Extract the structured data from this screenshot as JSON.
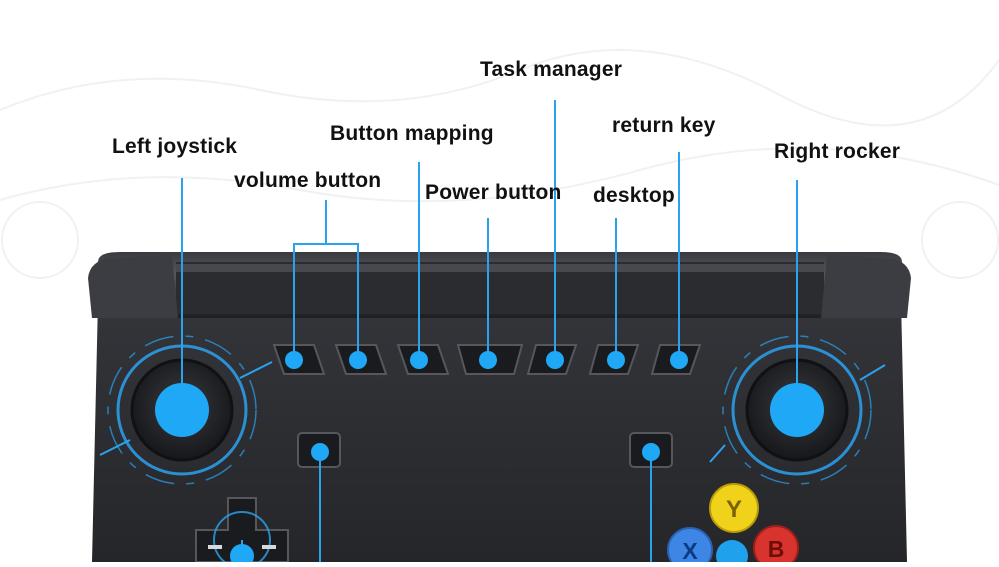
{
  "labels": {
    "left_joystick": "Left joystick",
    "volume_button": "volume button",
    "button_mapping": "Button mapping",
    "power_button": "Power button",
    "task_manager": "Task manager",
    "desktop": "desktop",
    "return_key": "return key",
    "right_rocker": "Right rocker"
  },
  "face_buttons": {
    "y": "Y",
    "x": "X",
    "b": "B"
  },
  "colors": {
    "callout": "#2aa2ef",
    "marker": "#1fa8f5",
    "body": "#2a2b2e",
    "y_button": "#f1d21a",
    "x_button": "#3d86e6",
    "b_button": "#d8332c"
  }
}
